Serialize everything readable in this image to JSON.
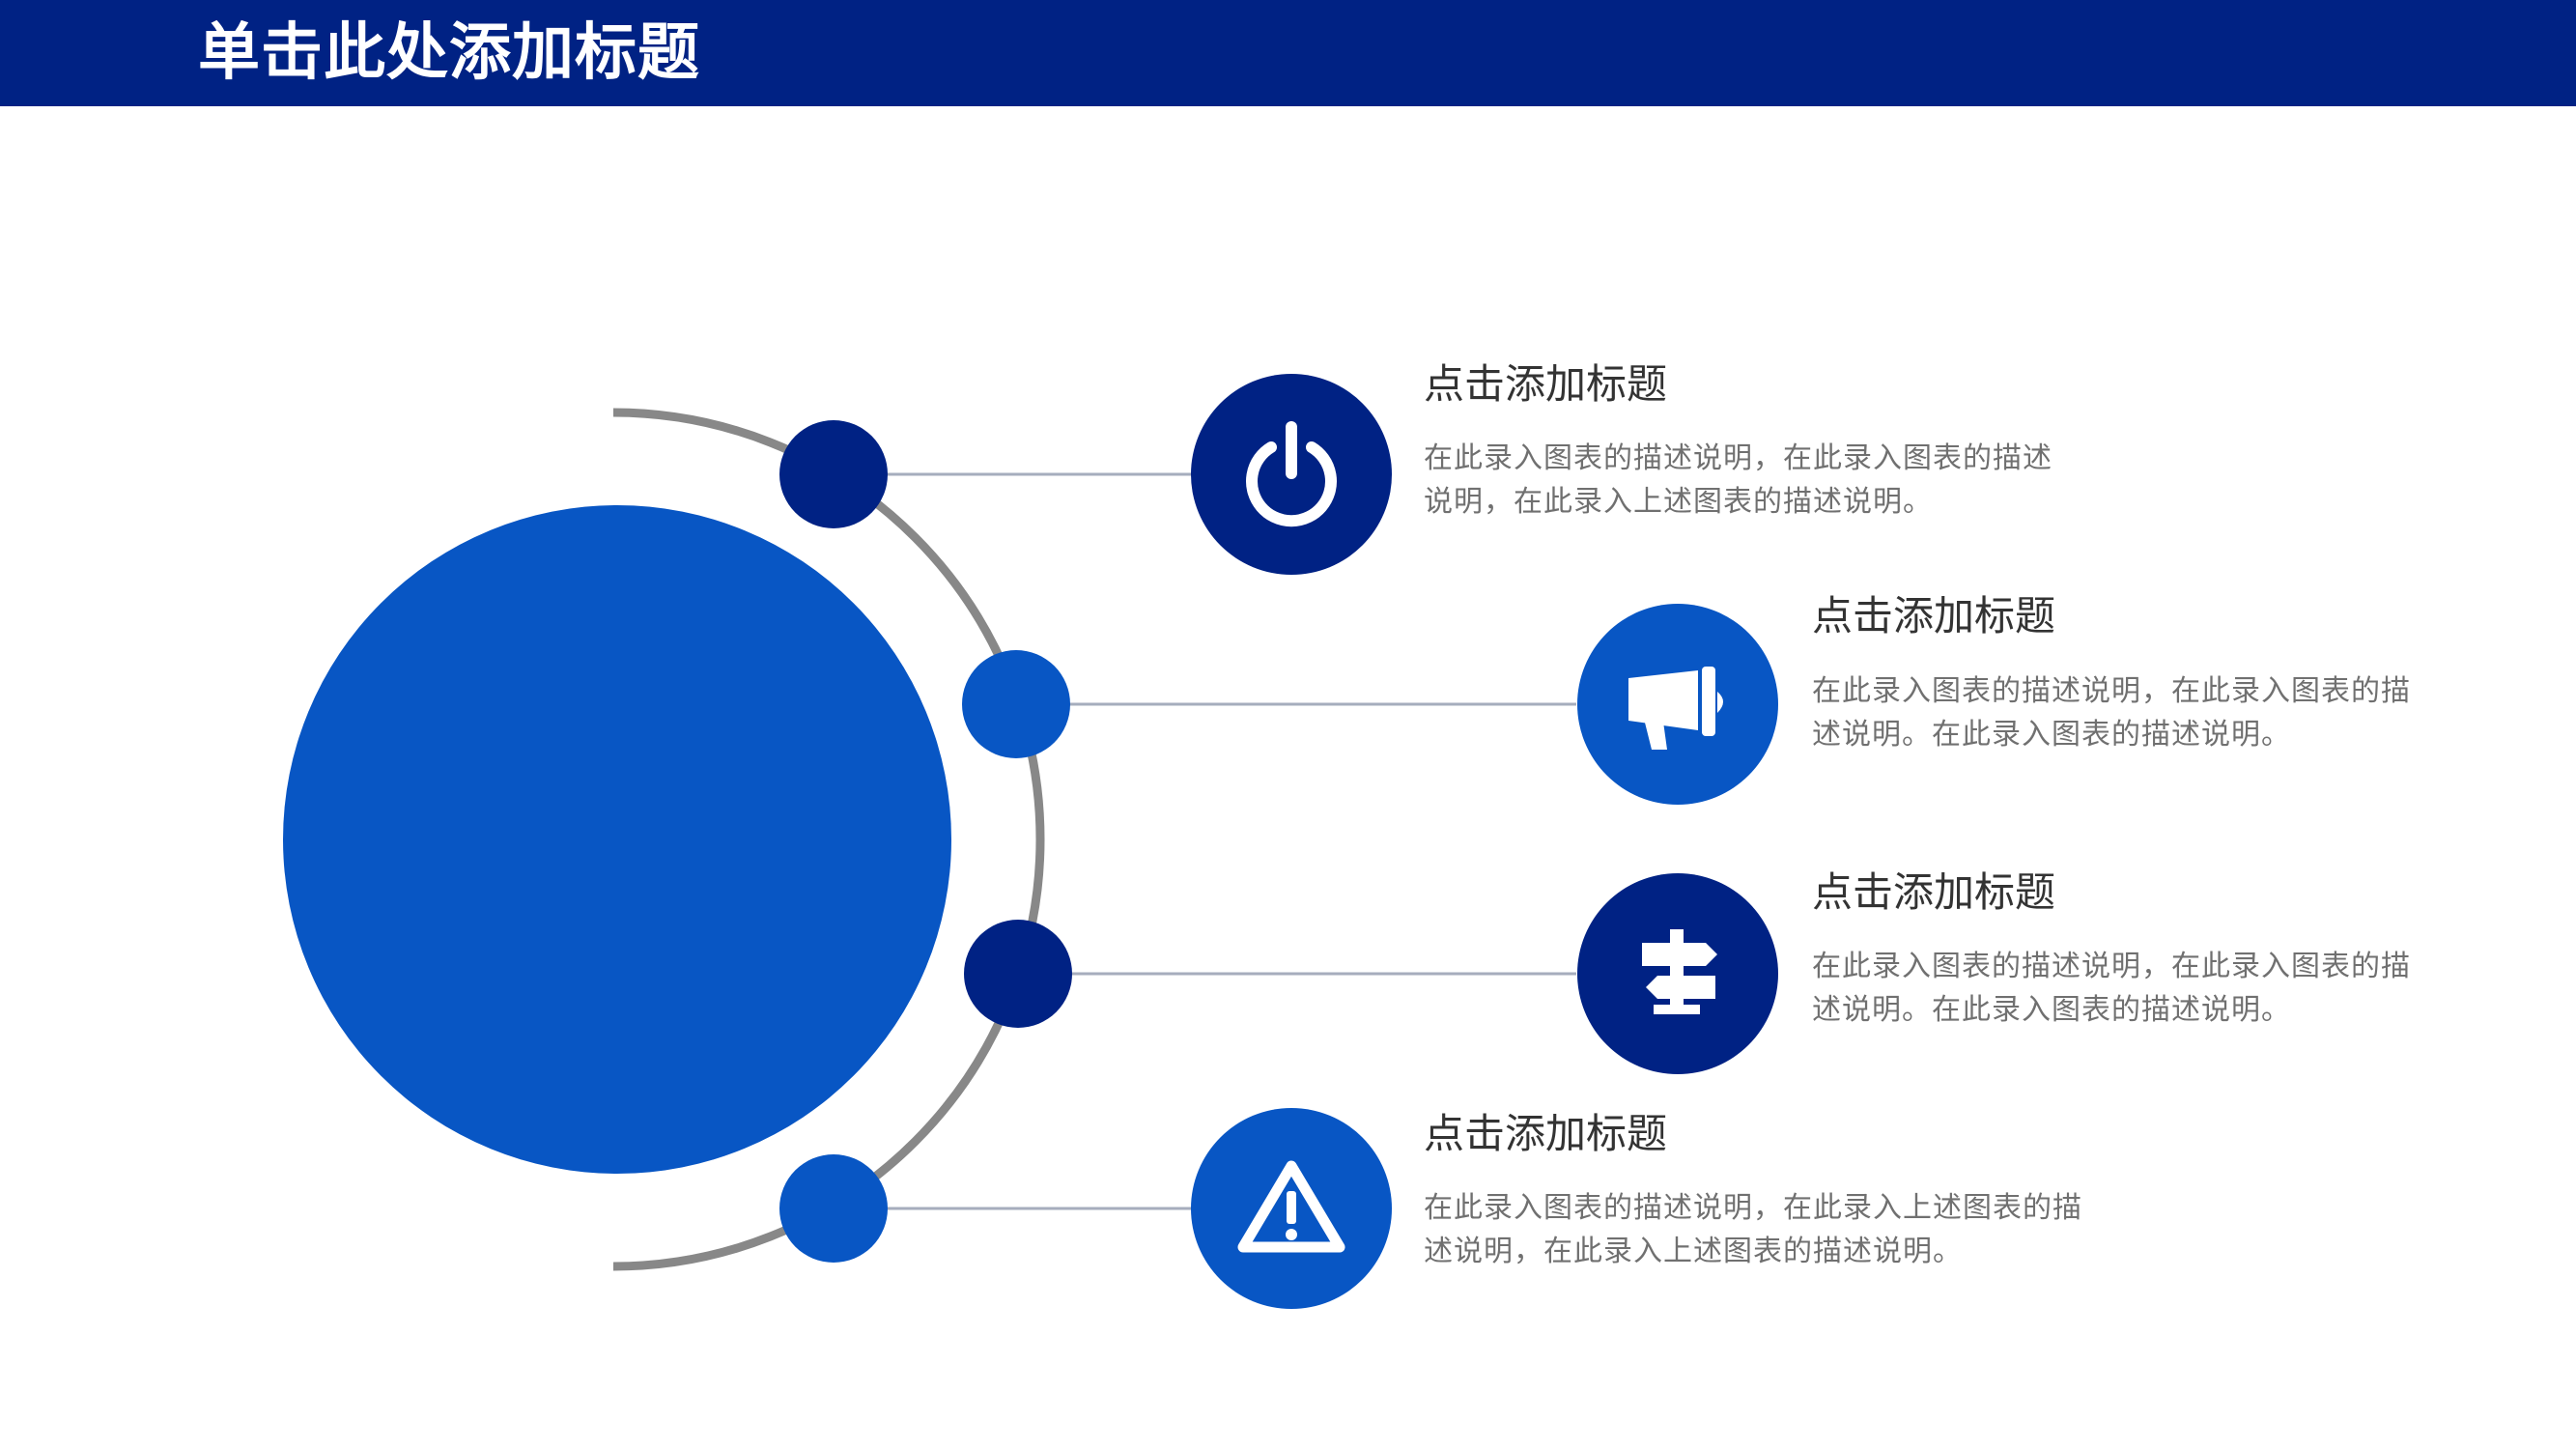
{
  "header": {
    "title": "单击此处添加标题"
  },
  "colors": {
    "dark_blue": "#002284",
    "bright_blue": "#0856C4",
    "arc_gray": "#888888",
    "line_gray": "#A6ADBD"
  },
  "items": [
    {
      "title": "点击添加标题",
      "line1": "在此录入图表的描述说明，在此录入图表的描述",
      "line2": "说明，在此录入上述图表的描述说明。",
      "icon": "power-icon"
    },
    {
      "title": "点击添加标题",
      "line1": "在此录入图表的描述说明，在此录入图表的描",
      "line2": "述说明。在此录入图表的描述说明。",
      "icon": "megaphone-icon"
    },
    {
      "title": "点击添加标题",
      "line1": "在此录入图表的描述说明，在此录入图表的描",
      "line2": "述说明。在此录入图表的描述说明。",
      "icon": "signpost-icon"
    },
    {
      "title": "点击添加标题",
      "line1": "在此录入图表的描述说明，在此录入上述图表的描",
      "line2": "述说明，在此录入上述图表的描述说明。",
      "icon": "warning-icon"
    }
  ]
}
